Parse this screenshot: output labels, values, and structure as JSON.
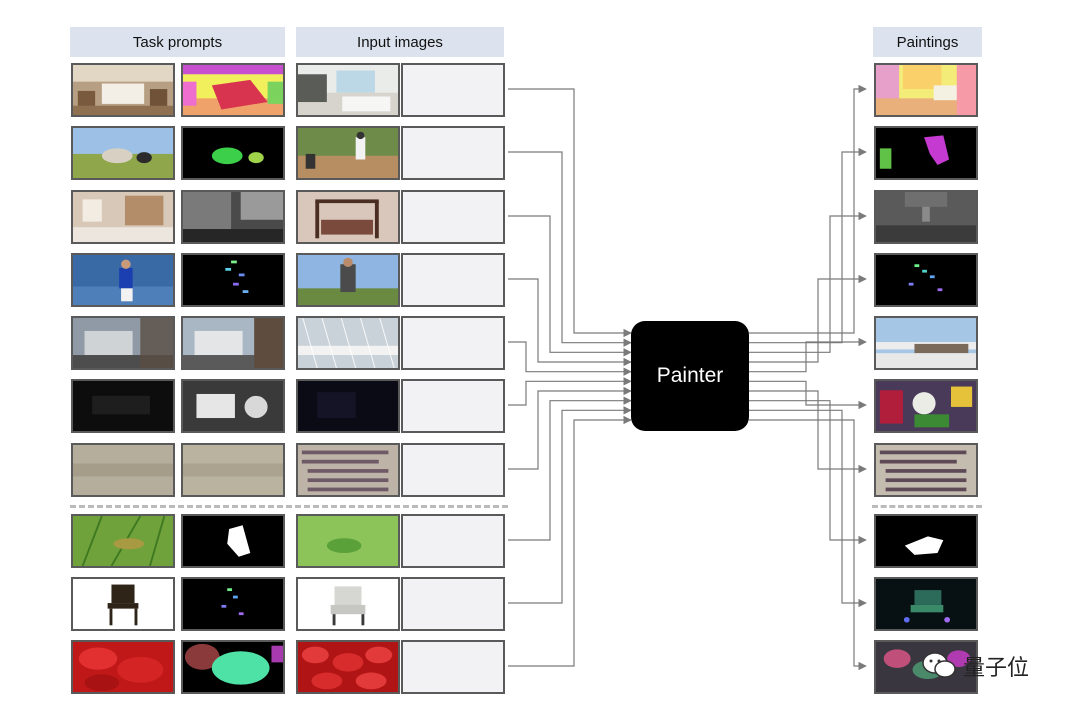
{
  "headers": {
    "task_prompts": "Task prompts",
    "input_images": "Input images",
    "paintings": "Paintings"
  },
  "center_block": {
    "label": "Painter"
  },
  "watermark": {
    "text": "量子位"
  },
  "rows": [
    {
      "prompt_a": "bedroom-photo",
      "prompt_b": "bedroom-segmentation",
      "input": "kitchen-photo",
      "painting": "kitchen-segmentation"
    },
    {
      "prompt_a": "sheep-field-photo",
      "prompt_b": "sheep-instance-mask",
      "input": "baseball-photo",
      "painting": "baseball-instance-mask"
    },
    {
      "prompt_a": "room-photo",
      "prompt_b": "room-depth-map",
      "input": "canopy-bed-photo",
      "painting": "bed-depth-map"
    },
    {
      "prompt_a": "tennis-player-photo",
      "prompt_b": "tennis-keypoints",
      "input": "man-on-grass-photo",
      "painting": "man-keypoints"
    },
    {
      "prompt_a": "rainy-building-photo",
      "prompt_b": "derained-building-photo",
      "input": "rainy-bridge-photo",
      "painting": "derained-bridge-photo"
    },
    {
      "prompt_a": "dark-dishes-photo",
      "prompt_b": "enhanced-dishes-photo",
      "input": "dark-toys-photo",
      "painting": "enhanced-toys-photo"
    },
    {
      "prompt_a": "noisy-texture",
      "prompt_b": "denoised-texture",
      "input": "noisy-text-document",
      "painting": "denoised-text-document"
    },
    {
      "prompt_a": "grasshopper-photo",
      "prompt_b": "grasshopper-mask",
      "input": "cricket-photo",
      "painting": "cricket-mask"
    },
    {
      "prompt_a": "chair-photo",
      "prompt_b": "chair-keypoints",
      "input": "armchair-photo",
      "painting": "armchair-parts"
    },
    {
      "prompt_a": "blood-cells-photo",
      "prompt_b": "blood-cells-segmentation",
      "input": "blood-cells-photo-2",
      "painting": "blood-cells-result"
    }
  ],
  "colors": {
    "header_bg": "#dce3ee",
    "wire": "#7a7a7a",
    "painter_bg": "#000000",
    "thumb_border": "#5a5a5a"
  }
}
